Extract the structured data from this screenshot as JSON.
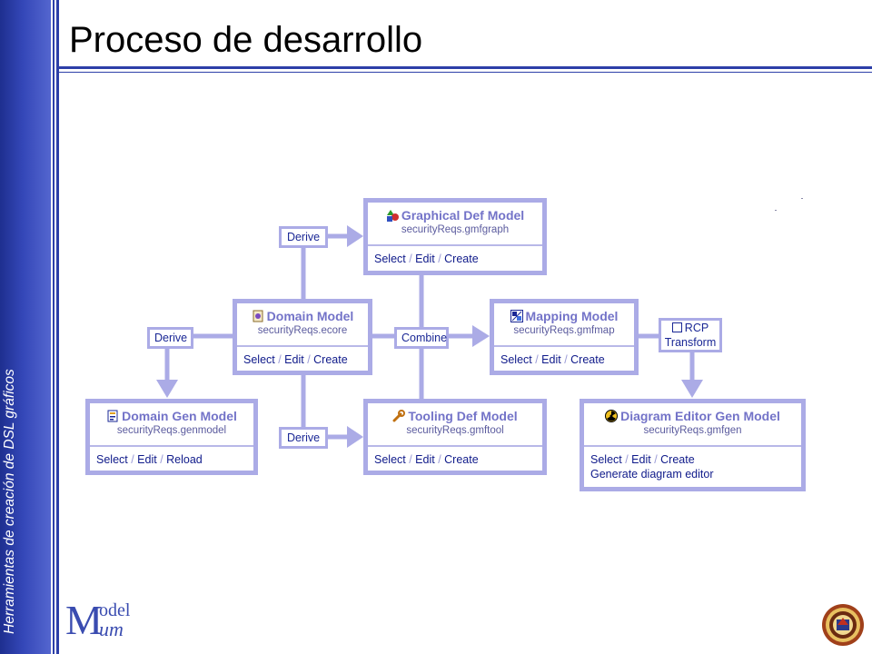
{
  "sidebar": {
    "text": "Herramientas de creación de DSL gráficos"
  },
  "page": {
    "title": "Proceso de desarrollo"
  },
  "colors": {
    "sidebar": "#2d3fa8",
    "node_border": "#ababe6",
    "node_title": "#7373c8",
    "action_text": "#0f1a8a"
  },
  "diagram": {
    "nodes": {
      "graphical": {
        "name": "Graphical Def Model",
        "file": "securityReqs.gmfgraph",
        "icon": "shapes-icon",
        "a1": "Select",
        "a2": "Edit",
        "a3": "Create"
      },
      "domain": {
        "name": "Domain Model",
        "file": "securityReqs.ecore",
        "icon": "ecore-icon",
        "a1": "Select",
        "a2": "Edit",
        "a3": "Create"
      },
      "mapping": {
        "name": "Mapping Model",
        "file": "securityReqs.gmfmap",
        "icon": "map-icon",
        "a1": "Select",
        "a2": "Edit",
        "a3": "Create"
      },
      "domaingen": {
        "name": "Domain Gen Model",
        "file": "securityReqs.genmodel",
        "icon": "genmodel-icon",
        "a1": "Select",
        "a2": "Edit",
        "a3": "Reload"
      },
      "tooling": {
        "name": "Tooling Def Model",
        "file": "securityReqs.gmftool",
        "icon": "wrench-icon",
        "a1": "Select",
        "a2": "Edit",
        "a3": "Create"
      },
      "diagramgen": {
        "name": "Diagram Editor Gen Model",
        "file": "securityReqs.gmfgen",
        "icon": "radiation-icon",
        "a1": "Select",
        "a2": "Edit",
        "a3": "Create",
        "a4": "Generate diagram editor"
      }
    },
    "labels": {
      "derive_top": "Derive",
      "derive_left": "Derive",
      "derive_bottom": "Derive",
      "combine": "Combine",
      "rcp": "RCP",
      "transform": "Transform"
    }
  },
  "footer": {
    "logo_top": "odel",
    "logo_m": "M",
    "logo_bottom": "um",
    "seal": "university-seal"
  }
}
